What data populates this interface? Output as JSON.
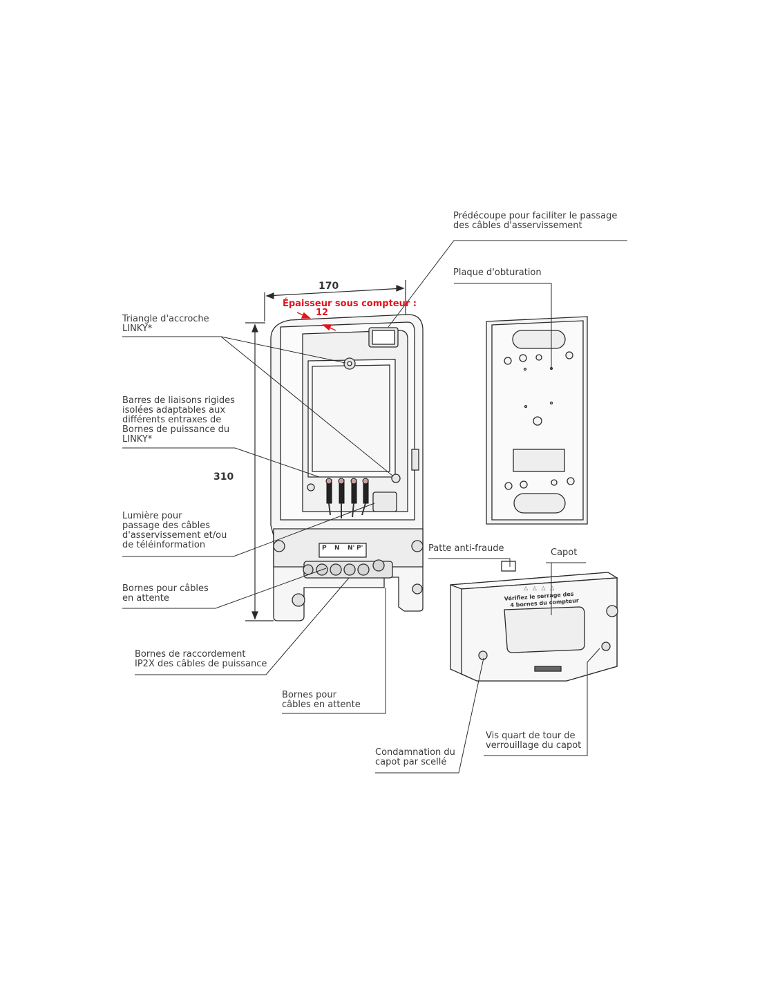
{
  "dimensions": {
    "width": "170",
    "height": "310",
    "thickness_title": "Épaisseur sous compteur :",
    "thickness_value": "12"
  },
  "labels": {
    "predecoupe": [
      "Prédécoupe pour faciliter le passage",
      "des câbles d'asservissement"
    ],
    "plaque": [
      "Plaque d'obturation"
    ],
    "triangle": [
      "Triangle d'accroche",
      "LINKY*"
    ],
    "barres": [
      "Barres de liaisons rigides",
      "isolées adaptables aux",
      "différents entraxes de",
      "Bornes de puissance du",
      "LINKY*"
    ],
    "lumiere": [
      "Lumière pour",
      "passage des câbles",
      "d'asservissement et/ou",
      "de téléinformation"
    ],
    "bornes_attente_left": [
      "Bornes pour câbles",
      "en attente"
    ],
    "bornes_raccordement": [
      "Bornes de raccordement",
      "IP2X des câbles de puissance"
    ],
    "bornes_attente_bottom": [
      "Bornes pour",
      "câbles en attente"
    ],
    "patte": [
      "Patte anti-fraude"
    ],
    "capot": [
      "Capot"
    ],
    "condamnation": [
      "Condamnation du",
      "capot par scellé"
    ],
    "vis": [
      "Vis quart de tour de",
      "verrouillage du capot"
    ]
  },
  "terminal_letters": [
    "P",
    "N",
    "N'",
    "P'"
  ],
  "capot_warning": [
    "Vérifiez le serrage des",
    "4 bornes du compteur"
  ],
  "colors": {
    "line": "#2b2b2b",
    "accent": "#e0141e",
    "fill": "#f4f4f4"
  }
}
